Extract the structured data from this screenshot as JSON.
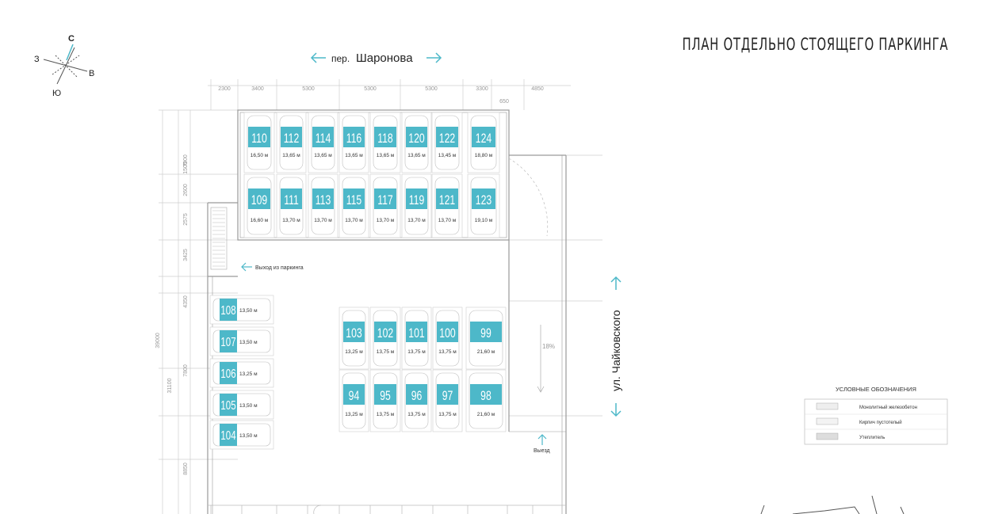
{
  "title": "ПЛАН ОТДЕЛЬНО СТОЯЩЕГО ПАРКИНГА",
  "compass": {
    "n": "С",
    "w": "З",
    "e": "В",
    "s": "Ю"
  },
  "streets": {
    "top_prefix": "пер.",
    "top_name": "Шаронова",
    "right": "ул. Чайковского"
  },
  "labels": {
    "exit_parking": "Выход из паркинга",
    "exit": "Выезд",
    "slope": "18%"
  },
  "legend": {
    "title": "УСЛОВНЫЕ ОБОЗНАЧЕНИЯ",
    "items": [
      "Монолитный железобетон",
      "Кирпич пустотелый",
      "Утеплитель"
    ]
  },
  "dims": {
    "top": [
      "2300",
      "3400",
      "5300",
      "5300",
      "5300",
      "3300",
      "4850"
    ],
    "top_extra": "650",
    "left": [
      "7900",
      "1500",
      "2600",
      "2575",
      "3425",
      "4350",
      "7800",
      "31100",
      "39000",
      "8850"
    ]
  },
  "colors": {
    "accent": "#4db8c9",
    "line": "#999999",
    "text": "#222222"
  },
  "spaces": {
    "top_row": [
      [
        "110",
        "16,50"
      ],
      [
        "112",
        "13,65"
      ],
      [
        "114",
        "13,65"
      ],
      [
        "116",
        "13,65"
      ],
      [
        "118",
        "13,65"
      ],
      [
        "120",
        "13,65"
      ],
      [
        "122",
        "13,45"
      ],
      [
        "124",
        "18,80"
      ]
    ],
    "second_row": [
      [
        "109",
        "16,60"
      ],
      [
        "111",
        "13,70"
      ],
      [
        "113",
        "13,70"
      ],
      [
        "115",
        "13,70"
      ],
      [
        "117",
        "13,70"
      ],
      [
        "119",
        "13,70"
      ],
      [
        "121",
        "13,70"
      ],
      [
        "123",
        "19,10"
      ]
    ],
    "left_col": [
      [
        "108",
        "13,50"
      ],
      [
        "107",
        "13,50"
      ],
      [
        "106",
        "13,25"
      ],
      [
        "105",
        "13,50"
      ],
      [
        "104",
        "13,50"
      ]
    ],
    "mid_upper": [
      [
        "103",
        "13,25"
      ],
      [
        "102",
        "13,75"
      ],
      [
        "101",
        "13,75"
      ],
      [
        "100",
        "13,75"
      ],
      [
        "99",
        "21,60"
      ]
    ],
    "mid_lower": [
      [
        "94",
        "13,25"
      ],
      [
        "95",
        "13,75"
      ],
      [
        "96",
        "13,75"
      ],
      [
        "97",
        "13,75"
      ],
      [
        "98",
        "21,60"
      ]
    ]
  }
}
